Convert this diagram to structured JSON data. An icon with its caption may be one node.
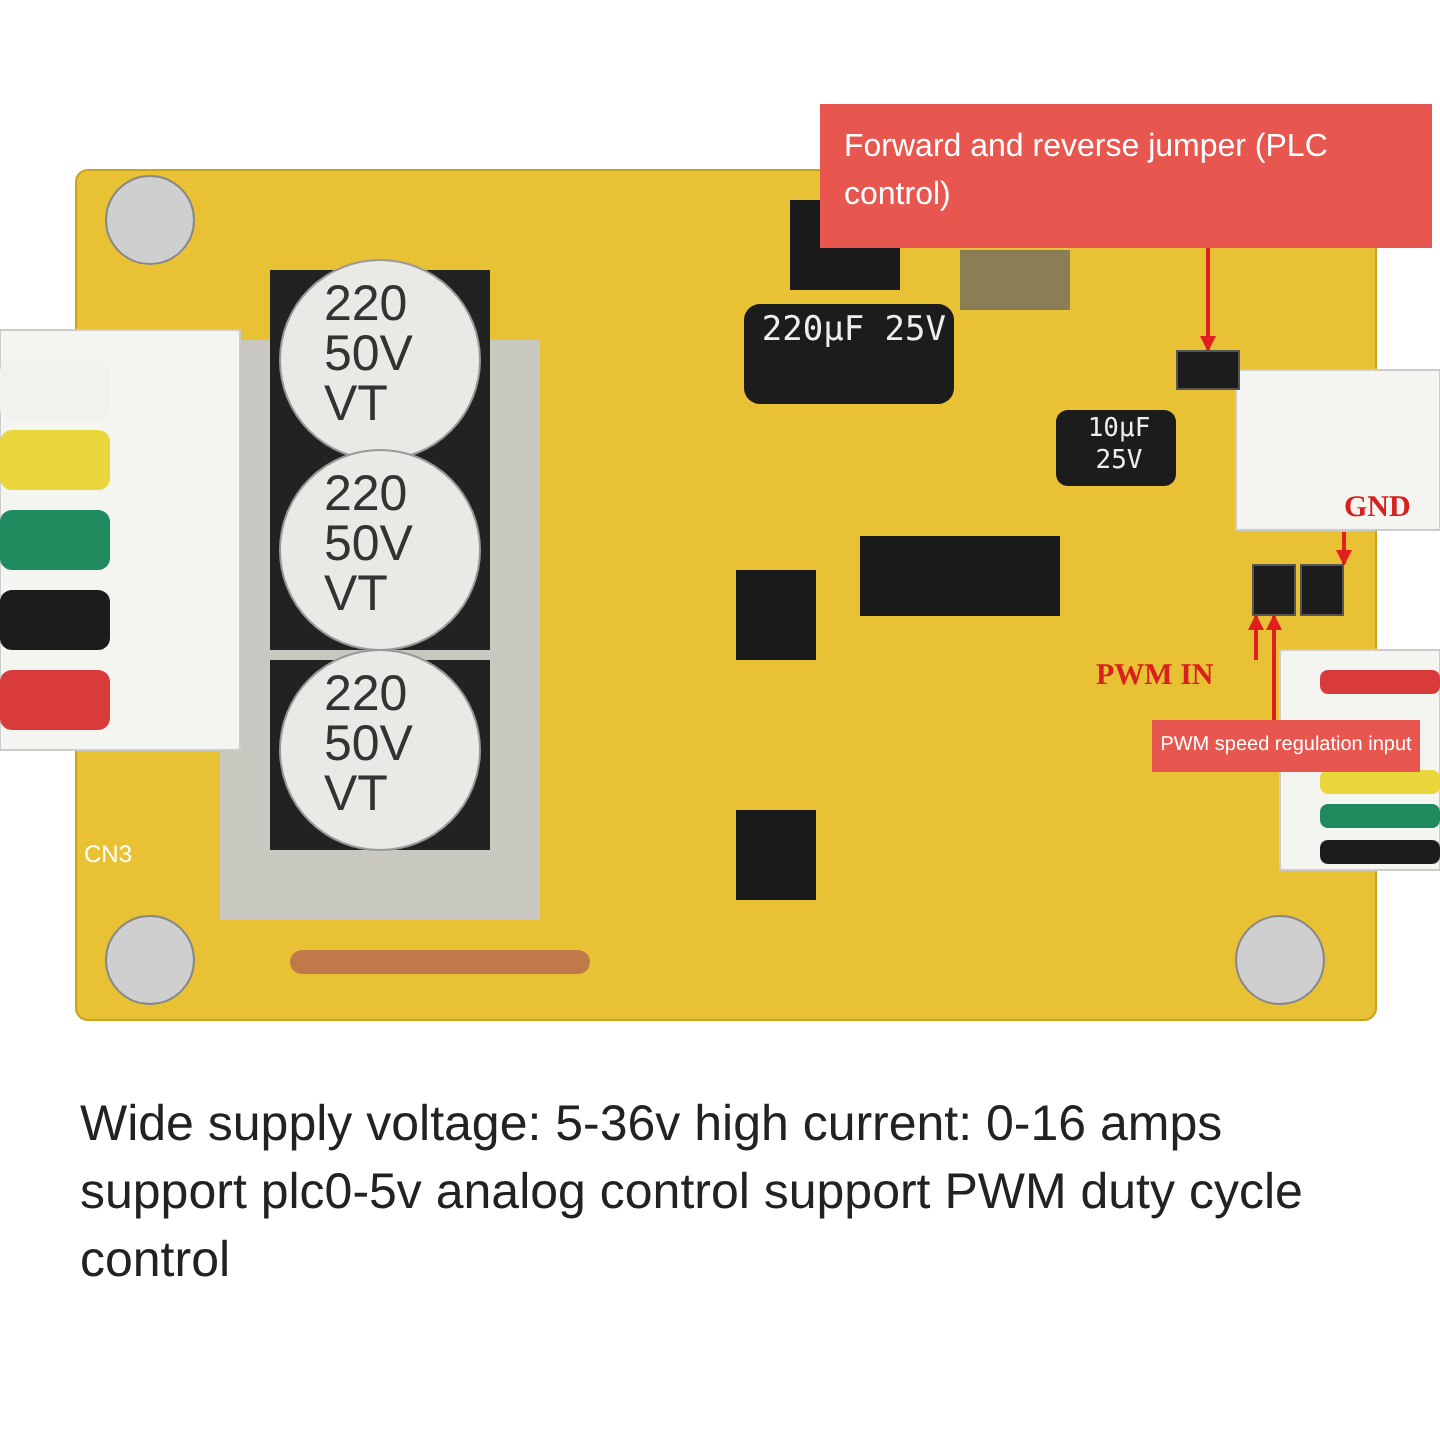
{
  "diagram": {
    "caption": "Wide supply voltage: 5-36v high current: 0-16 amps support plc0-5v analog control support PWM duty cycle control",
    "nodes": [
      {
        "text": [
          "Forward and reverse jumper (PLC control)"
        ]
      },
      {
        "text": [],
        "shape": "box"
      },
      {
        "text": [
          "GND"
        ]
      },
      {
        "text": [
          "PWM IN"
        ]
      },
      {
        "text": [
          "PWM speed regulation input"
        ]
      },
      {
        "text": [],
        "shape": "box"
      },
      {
        "text": [],
        "shape": "box"
      }
    ],
    "edges": [
      {
        "from": 0,
        "to": 1,
        "arrow": "to"
      },
      {
        "from": 2,
        "to": 5,
        "arrow": "to"
      },
      {
        "from": 3,
        "to": 6,
        "arrow": "to"
      },
      {
        "from": 4,
        "to": 6,
        "arrow": "to"
      }
    ],
    "labels": [
      "220 50V VT",
      "220 50V VT",
      "220 50V VT",
      "220μF 25V",
      "10μF 25V",
      "CN3"
    ]
  }
}
